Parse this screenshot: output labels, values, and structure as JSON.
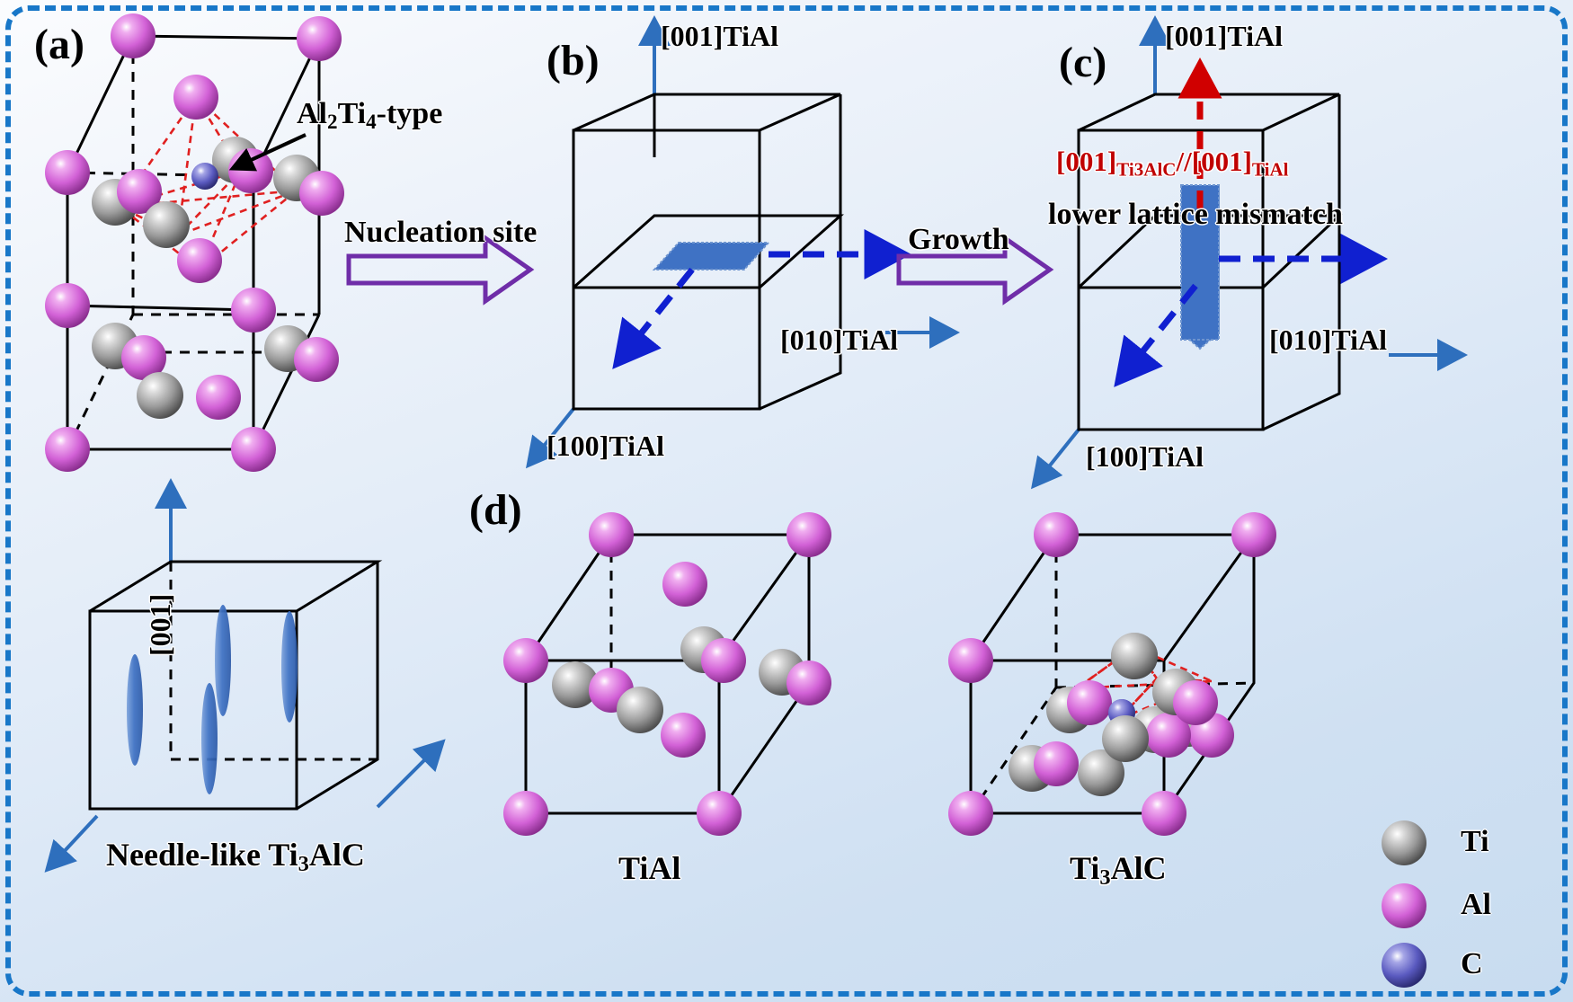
{
  "figure": {
    "background_color": "#d3e3f4",
    "border_color": "#1877c8",
    "panels": [
      "(a)",
      "(b)",
      "(c)",
      "(d)"
    ]
  },
  "panel_a": {
    "tag": "(a)",
    "annotation": "Al",
    "annotation_sub1": "2",
    "annotation_mid": "Ti",
    "annotation_sub2": "4",
    "annotation_end": "-type",
    "annotation_full": "Al2Ti4-type",
    "direction_label": "[001]",
    "caption_prefix": "Needle-like Ti",
    "caption_sub": "3",
    "caption_suffix": "AlC",
    "caption_full": "Needle-like Ti3AlC"
  },
  "panel_b": {
    "tag": "(b)",
    "axis_z": "[001]TiAl",
    "axis_y": "[010]TiAl",
    "axis_x": "[100]TiAl"
  },
  "panel_c": {
    "tag": "(c)",
    "axis_z": "[001]TiAl",
    "axis_y": "[010]TiAl",
    "axis_x": "[100]TiAl",
    "orientation_rel_1": "[001]",
    "orientation_sub_1": "Ti3AlC",
    "orientation_sep": "//",
    "orientation_rel_2": "[001]",
    "orientation_sub_2": "TiAl",
    "orientation_full": "[001]Ti3AlC//[001]TiAl",
    "mismatch_note": "lower lattice mismatch",
    "orientation_color": "#c00000"
  },
  "panel_d": {
    "tag": "(d)",
    "left_caption": "TiAl",
    "right_caption_prefix": "Ti",
    "right_caption_sub": "3",
    "right_caption_suffix": "AlC",
    "right_caption_full": "Ti3AlC"
  },
  "transitions": [
    {
      "label": "Nucleation site"
    },
    {
      "label": "Growth"
    }
  ],
  "legend": {
    "items": [
      {
        "label": "Ti",
        "color": "#8c8c8c"
      },
      {
        "label": "Al",
        "color": "#d66ad6"
      },
      {
        "label": "C",
        "color": "#5a5ac0"
      }
    ]
  },
  "colors": {
    "ti": "#8c8c8c",
    "al": "#d66ad6",
    "c": "#5a5ac0",
    "needle": "#3f72c4",
    "bond_red": "#e02020",
    "arrow_purple": "#6f2da8",
    "axis_blue": "#2e6fbd",
    "vector_blue": "#1020d0",
    "red_arrow": "#d00000"
  },
  "icons": {
    "nucleation_arrow": "block-arrow-right-icon",
    "growth_arrow": "block-arrow-right-icon",
    "pointer": "pointer-arrow-icon"
  }
}
